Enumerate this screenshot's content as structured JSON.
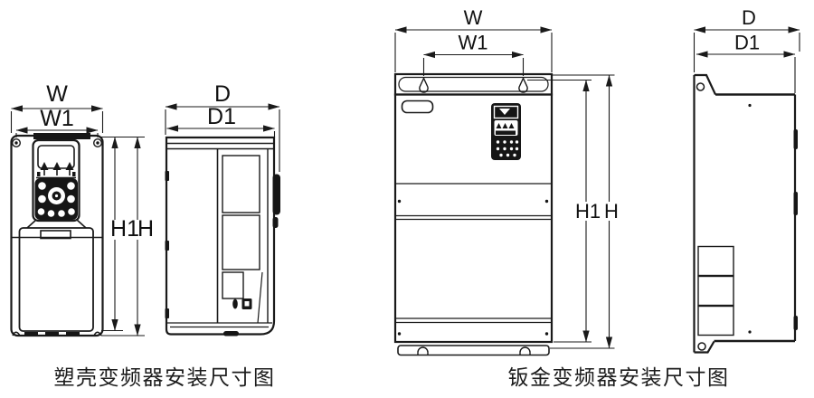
{
  "colors": {
    "line": "#1a1a1a",
    "background": "#ffffff"
  },
  "figures": {
    "left": {
      "caption": "塑壳变频器安装尺寸图",
      "dims": {
        "w": "W",
        "w1": "W1",
        "h1": "H1",
        "h": "H",
        "d": "D",
        "d1": "D1"
      }
    },
    "right": {
      "caption": "钣金变频器安装尺寸图",
      "dims": {
        "w": "W",
        "w1": "W1",
        "h1": "H1",
        "h": "H",
        "d": "D",
        "d1": "D1"
      }
    }
  }
}
